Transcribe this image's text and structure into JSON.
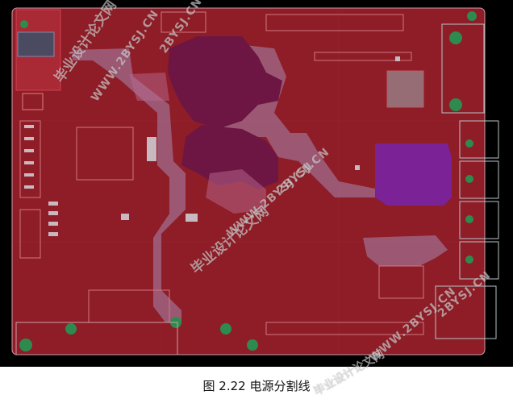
{
  "figure": {
    "caption_label": "图 2.22",
    "caption_text": "电源分割线"
  },
  "watermark": {
    "cn": "毕业设计论文网",
    "url": "WWW.2BYSJ.CN",
    "url_short": "2BYSJ.CN"
  },
  "colors": {
    "background": "#000000",
    "board": "#8e1d27",
    "plane_pink": "#9d5f7c",
    "plane_magenta": "#6d1644",
    "plane_purple": "#7a2296",
    "pad_green": "#2e8b50",
    "outline": "#b7c3c7"
  }
}
